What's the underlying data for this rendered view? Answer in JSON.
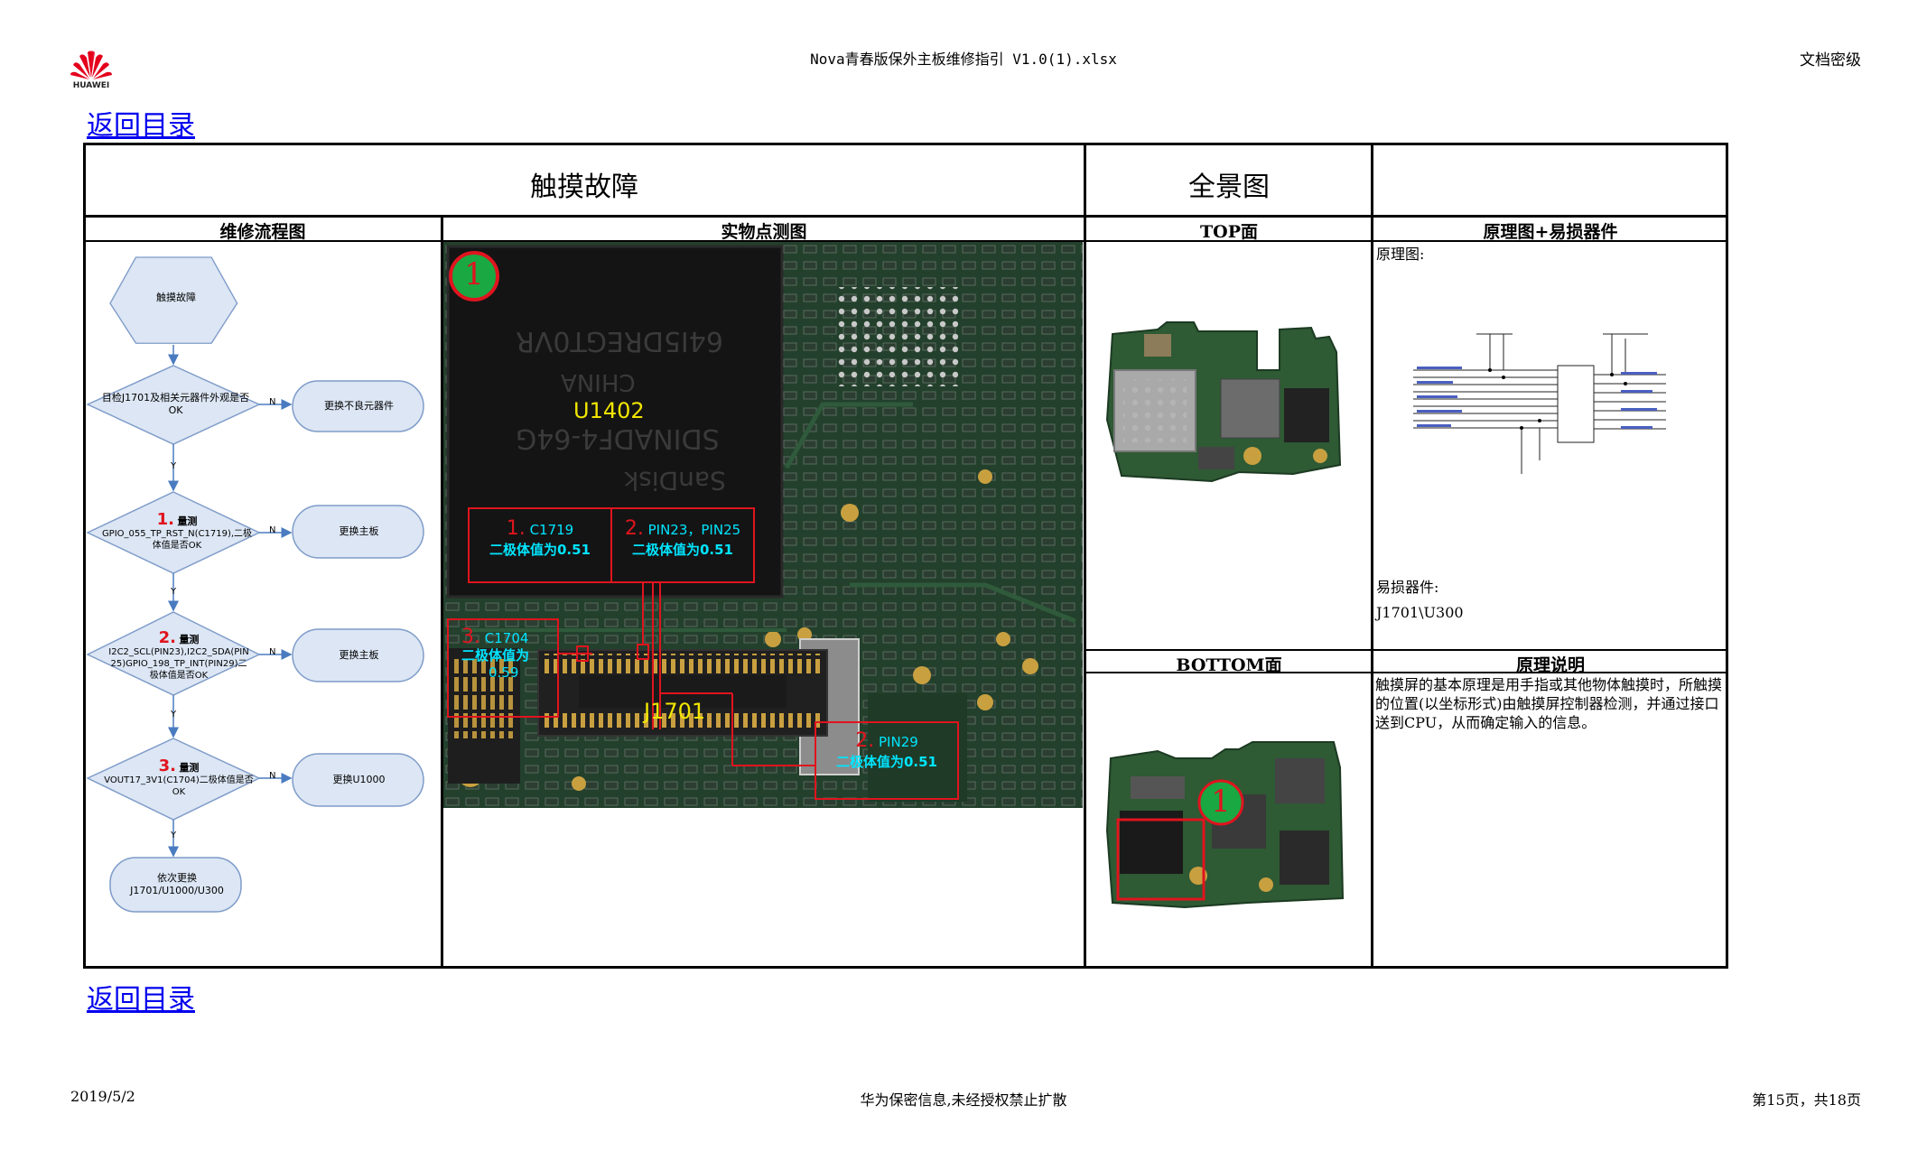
{
  "header": {
    "brand": "HUAWEI",
    "file_title": "Nova青春版保外主板维修指引 V1.0(1).xlsx",
    "classification": "文档密级"
  },
  "nav": {
    "back_link": "返回目录"
  },
  "table": {
    "title": "触摸故障",
    "panorama_title": "全景图",
    "col_flow": "维修流程图",
    "col_photo": "实物点测图",
    "col_top": "TOP面",
    "col_schematic": "原理图+易损器件",
    "col_bottom": "BOTTOM面",
    "col_principle": "原理说明"
  },
  "flowchart": {
    "start": "触摸故障",
    "step1": "目检J1701及相关元器件外观是否OK",
    "action1": "更换不良元器件",
    "step2_num": "1.",
    "step2_title": "量测",
    "step2_text": "GPIO_055_TP_RST_N(C1719),二极体值是否OK",
    "action2": "更换主板",
    "step3_num": "2.",
    "step3_title": "量测",
    "step3_text": "I2C2_SCL(PIN23),I2C2_SDA(PIN25)GPIO_198_TP_INT(PIN29)二极体值是否OK",
    "action3": "更换主板",
    "step4_num": "3.",
    "step4_title": "量测",
    "step4_text": "VOUT17_3V1(C1704)二极体值是否OK",
    "action4": "更换U1000",
    "end": "依次更换J1701/U1000/U300",
    "yes": "Y",
    "no": "N"
  },
  "photo": {
    "marker": "1",
    "chip_label": "U1402",
    "chip_print_1": "64I5DREGT0VR",
    "chip_print_2": "CHINA",
    "chip_print_3": "SDINADF4-64G",
    "chip_print_4": "SanDisk",
    "connector_label": "J1701",
    "box1_num": "1.",
    "box1_part": "C1719",
    "box1_value": "二极体值为0.51",
    "box2_num": "2.",
    "box2_part": "PIN23，PIN25",
    "box2_value": "二极体值为0.51",
    "box3_num": "3.",
    "box3_part": "C1704",
    "box3_value_a": "二极体值为",
    "box3_value_b": "0.59",
    "box4_num": "2.",
    "box4_part": "PIN29",
    "box4_value": "二极体值为0.51"
  },
  "schematic": {
    "label": "原理图:",
    "parts_label": "易损器件:",
    "parts_value": "J1701\\U300"
  },
  "bottom": {
    "marker": "1"
  },
  "principle": {
    "text": "触摸屏的基本原理是用手指或其他物体触摸时，所触摸的位置(以坐标形式)由触摸屏控制器检测，并通过接口送到CPU，从而确定输入的信息。"
  },
  "footer": {
    "date": "2019/5/2",
    "confidential": "华为保密信息,未经授权禁止扩散",
    "page": "第15页，共18页"
  },
  "colors": {
    "accent_red": "#e0141e",
    "cyan": "#00e5ff",
    "pcb": "#23402c",
    "flow_fill": "#dce6f4",
    "flow_arrow": "#4a7bc0"
  }
}
